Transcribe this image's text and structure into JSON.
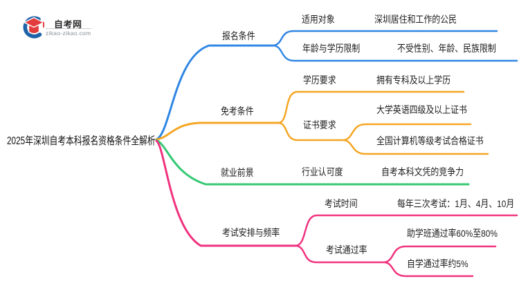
{
  "logo": {
    "site_name": "自考网",
    "site_domain": "zikao-zikao.com",
    "colors": {
      "crescent_blue": "#1f63a8",
      "cap_red": "#e23c3c"
    }
  },
  "mindmap": {
    "root": "2025年深圳自考本科报名资格条件全解析",
    "branches": [
      {
        "label": "报名条件",
        "color": "#2f86e4",
        "children": [
          {
            "label": "适用对象",
            "children": [
              {
                "label": "深圳居住和工作的公民"
              }
            ]
          },
          {
            "label": "年龄与学历限制",
            "children": [
              {
                "label": "不受性别、年龄、民族限制"
              }
            ]
          }
        ]
      },
      {
        "label": "免考条件",
        "color": "#f5a623",
        "children": [
          {
            "label": "学历要求",
            "children": [
              {
                "label": "拥有专科及以上学历"
              }
            ]
          },
          {
            "label": "证书要求",
            "children": [
              {
                "label": "大学英语四级及以上证书"
              },
              {
                "label": "全国计算机等级考试合格证书"
              }
            ]
          }
        ]
      },
      {
        "label": "就业前景",
        "color": "#35c873",
        "children": [
          {
            "label": "行业认可度",
            "children": [
              {
                "label": "自考本科文凭的竞争力"
              }
            ]
          }
        ]
      },
      {
        "label": "考试安排与频率",
        "color": "#f0327e",
        "children": [
          {
            "label": "考试时间",
            "children": [
              {
                "label": "每年三次考试：1月、4月、10月"
              }
            ]
          },
          {
            "label": "考试通过率",
            "children": [
              {
                "label": "助学班通过率60%至80%"
              },
              {
                "label": "自学通过率约5%"
              }
            ]
          }
        ]
      }
    ]
  }
}
